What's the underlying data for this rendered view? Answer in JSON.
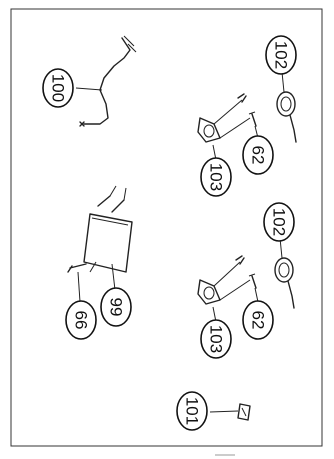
{
  "callouts": {
    "c100": "100",
    "c102a": "102",
    "c103a": "103",
    "c62a": "62",
    "c102b": "102",
    "c103b": "103",
    "c62b": "62",
    "c66": "66",
    "c99": "99",
    "c101": "101"
  }
}
